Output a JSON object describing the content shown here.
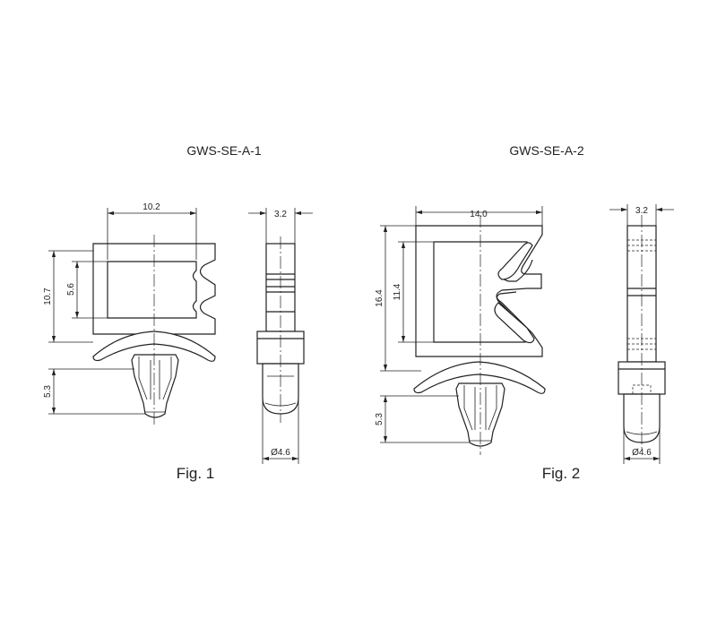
{
  "figures": [
    {
      "title": "GWS-SE-A-1",
      "caption": "Fig. 1",
      "dims": {
        "width": "10.2",
        "height": "10.7",
        "slot": "5.6",
        "stem": "5.3",
        "thickness": "3.2",
        "diameter": "Ø4.6"
      }
    },
    {
      "title": "GWS-SE-A-2",
      "caption": "Fig. 2",
      "dims": {
        "width": "14.0",
        "height": "16.4",
        "slot": "11.4",
        "stem": "5.3",
        "thickness": "3.2",
        "diameter": "Ø4.6"
      }
    }
  ]
}
